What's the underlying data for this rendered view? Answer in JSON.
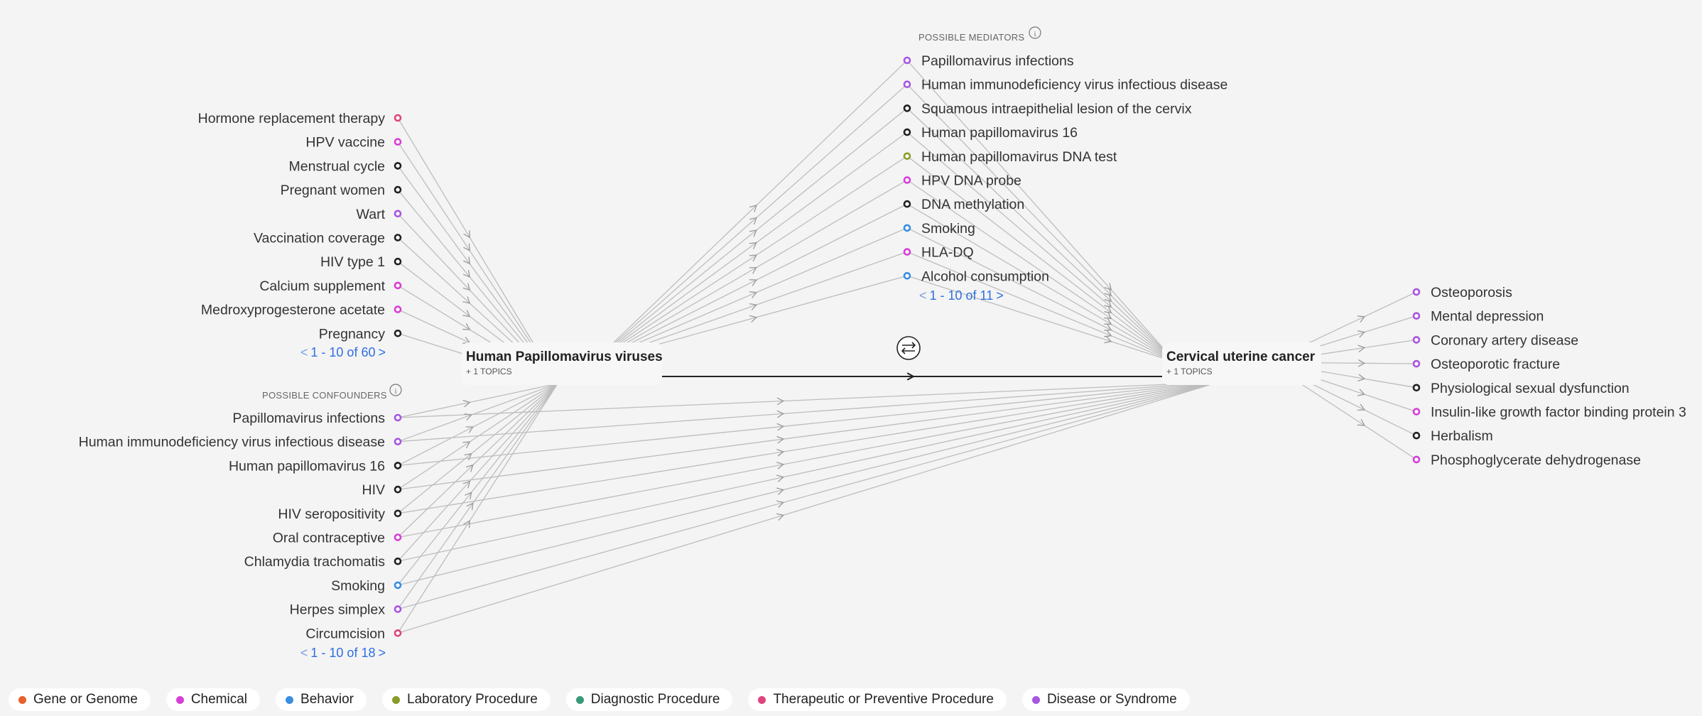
{
  "colors": {
    "gene": "#e8612c",
    "chemical": "#d63fd6",
    "behavior": "#3a8ee0",
    "laboratory": "#8a9a2a",
    "diagnostic": "#3a9a78",
    "therapeutic": "#e0447e",
    "disease": "#a855e0",
    "neutral": "#222222",
    "link": "#2f6fe0"
  },
  "exposure": {
    "title": "Human Papillomavirus viruses",
    "subtitle": "+ 1 TOPICS"
  },
  "outcome": {
    "title": "Cervical uterine cancer",
    "subtitle": "+ 1 TOPICS"
  },
  "swap_icon": "swap-direction-icon",
  "info_icon": "info-icon",
  "left_causes": {
    "items": [
      {
        "label": "Hormone replacement therapy",
        "color": "#e0447e"
      },
      {
        "label": "HPV vaccine",
        "color": "#d63fd6"
      },
      {
        "label": "Menstrual cycle",
        "color": "#222222"
      },
      {
        "label": "Pregnant women",
        "color": "#222222"
      },
      {
        "label": "Wart",
        "color": "#a855e0"
      },
      {
        "label": "Vaccination coverage",
        "color": "#222222"
      },
      {
        "label": "HIV type 1",
        "color": "#222222"
      },
      {
        "label": "Calcium supplement",
        "color": "#d63fd6"
      },
      {
        "label": "Medroxyprogesterone acetate",
        "color": "#d63fd6"
      },
      {
        "label": "Pregnancy",
        "color": "#222222"
      }
    ],
    "pager": "1 - 10 of 60"
  },
  "confounders": {
    "title": "POSSIBLE CONFOUNDERS",
    "items": [
      {
        "label": "Papillomavirus infections",
        "color": "#a855e0"
      },
      {
        "label": "Human immunodeficiency virus infectious disease",
        "color": "#a855e0"
      },
      {
        "label": "Human papillomavirus 16",
        "color": "#222222"
      },
      {
        "label": "HIV",
        "color": "#222222"
      },
      {
        "label": "HIV seropositivity",
        "color": "#222222"
      },
      {
        "label": "Oral contraceptive",
        "color": "#d63fd6"
      },
      {
        "label": "Chlamydia trachomatis",
        "color": "#222222"
      },
      {
        "label": "Smoking",
        "color": "#3a8ee0"
      },
      {
        "label": "Herpes simplex",
        "color": "#a855e0"
      },
      {
        "label": "Circumcision",
        "color": "#e0447e"
      }
    ],
    "pager": "1 - 10 of 18"
  },
  "mediators": {
    "title": "POSSIBLE MEDIATORS",
    "items": [
      {
        "label": "Papillomavirus infections",
        "color": "#a855e0"
      },
      {
        "label": "Human immunodeficiency virus infectious disease",
        "color": "#a855e0"
      },
      {
        "label": "Squamous intraepithelial lesion of the cervix",
        "color": "#222222"
      },
      {
        "label": "Human papillomavirus 16",
        "color": "#222222"
      },
      {
        "label": "Human papillomavirus DNA test",
        "color": "#8a9a2a"
      },
      {
        "label": "HPV DNA probe",
        "color": "#d63fd6"
      },
      {
        "label": "DNA methylation",
        "color": "#222222"
      },
      {
        "label": "Smoking",
        "color": "#3a8ee0"
      },
      {
        "label": "HLA-DQ",
        "color": "#d63fd6"
      },
      {
        "label": "Alcohol consumption",
        "color": "#3a8ee0"
      }
    ],
    "pager": "1 - 10 of 11"
  },
  "effects": {
    "items": [
      {
        "label": "Osteoporosis",
        "color": "#a855e0"
      },
      {
        "label": "Mental depression",
        "color": "#a855e0"
      },
      {
        "label": "Coronary artery disease",
        "color": "#a855e0"
      },
      {
        "label": "Osteoporotic fracture",
        "color": "#a855e0"
      },
      {
        "label": "Physiological sexual dysfunction",
        "color": "#222222"
      },
      {
        "label": "Insulin-like growth factor binding protein 3",
        "color": "#d63fd6"
      },
      {
        "label": "Herbalism",
        "color": "#222222"
      },
      {
        "label": "Phosphoglycerate dehydrogenase",
        "color": "#d63fd6"
      }
    ]
  },
  "legend": [
    {
      "label": "Gene or Genome",
      "color": "#e8612c"
    },
    {
      "label": "Chemical",
      "color": "#d63fd6"
    },
    {
      "label": "Behavior",
      "color": "#3a8ee0"
    },
    {
      "label": "Laboratory Procedure",
      "color": "#8a9a2a"
    },
    {
      "label": "Diagnostic Procedure",
      "color": "#3a9a78"
    },
    {
      "label": "Therapeutic or Preventive Procedure",
      "color": "#e0447e"
    },
    {
      "label": "Disease or Syndrome",
      "color": "#a855e0"
    }
  ]
}
